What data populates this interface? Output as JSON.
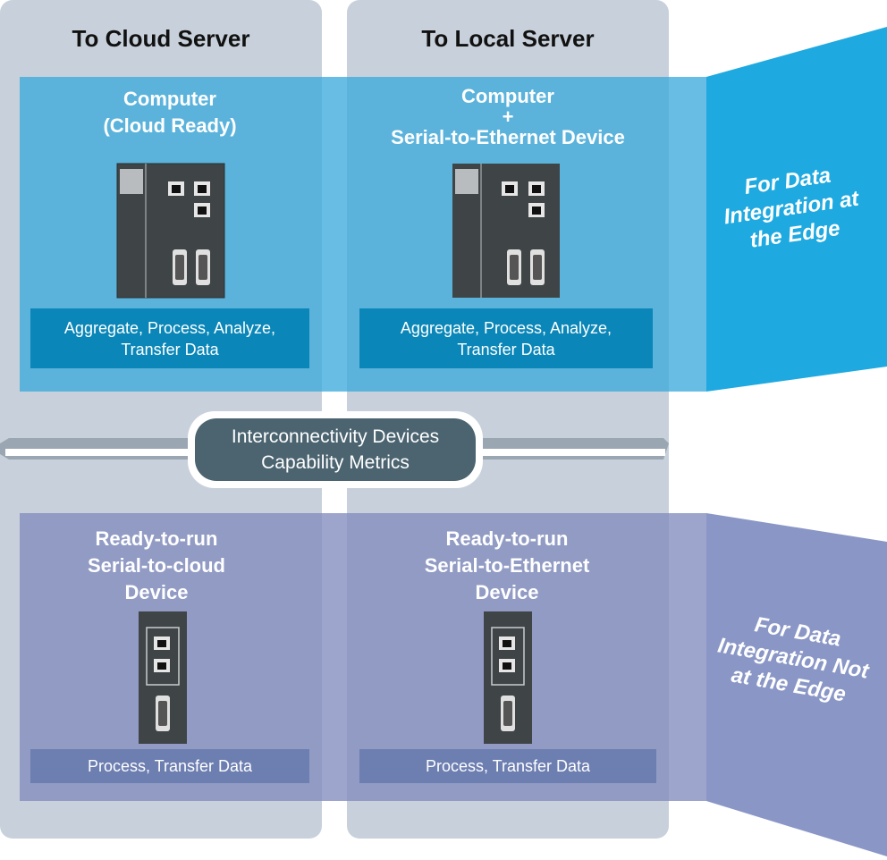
{
  "columns": {
    "cloud": {
      "title": "To Cloud Server"
    },
    "local": {
      "title": "To Local Server"
    }
  },
  "edge": {
    "label": "For Data Integration at the Edge",
    "cloud": {
      "title_lines": [
        "Computer",
        "(Cloud Ready)"
      ],
      "device_icon": "embedded-computer-icon",
      "capability_lines": [
        "Aggregate, Process, Analyze,",
        "Transfer Data"
      ]
    },
    "local": {
      "title_lines": [
        "Computer",
        "+",
        "Serial-to-Ethernet Device"
      ],
      "device_icon": "embedded-computer-icon",
      "capability_lines": [
        "Aggregate, Process, Analyze,",
        "Transfer Data"
      ]
    }
  },
  "center": {
    "lines": [
      "Interconnectivity Devices",
      "Capability Metrics"
    ]
  },
  "not_edge": {
    "label": "For Data Integration Not at the Edge",
    "cloud": {
      "title_lines": [
        "Ready-to-run",
        "Serial-to-cloud",
        "Device"
      ],
      "device_icon": "serial-device-icon",
      "capability": "Process, Transfer Data"
    },
    "local": {
      "title_lines": [
        "Ready-to-run",
        "Serial-to-Ethernet",
        "Device"
      ],
      "device_icon": "serial-device-icon",
      "capability": "Process, Transfer Data"
    }
  },
  "colors": {
    "column_bg": "#c8d1db",
    "edge_band": "#3caadc",
    "edge_caption": "#0a87b8",
    "edge_side": "#1ea9e0",
    "not_edge_band": "#828cbe",
    "not_edge_caption": "#6d7eb1",
    "not_edge_side": "#8a97c6",
    "center_pill": "#4b6470"
  }
}
